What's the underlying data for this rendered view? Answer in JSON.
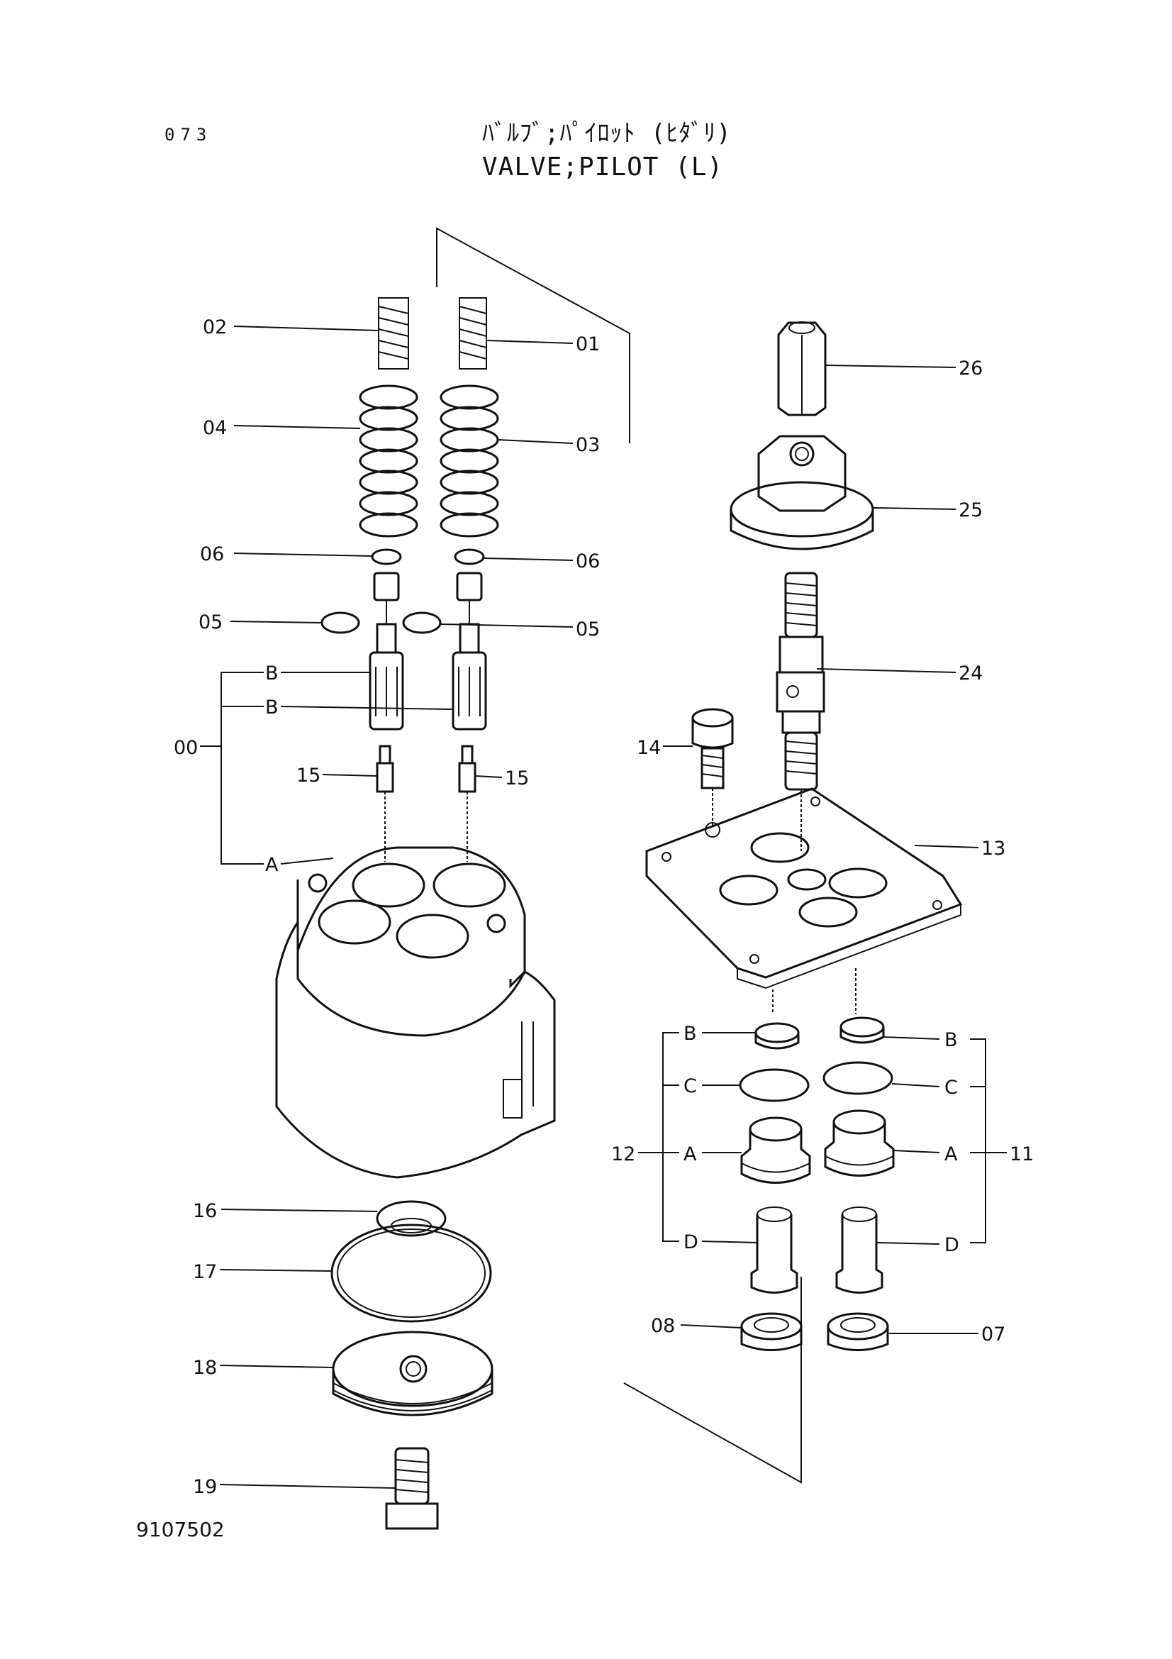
{
  "header": {
    "page_number": "073",
    "title_jp": "ﾊﾞﾙﾌﾞ;ﾊﾟｲﾛｯﾄ (ﾋﾀﾞﾘ)",
    "title_en": "VALVE;PILOT (L)"
  },
  "drawing_number": "9107502",
  "callouts": {
    "p00": "00",
    "p01": "01",
    "p02": "02",
    "p03": "03",
    "p04": "04",
    "p05a": "05",
    "p05b": "05",
    "p06a": "06",
    "p06b": "06",
    "p07": "07",
    "p08": "08",
    "p11": "11",
    "p12": "12",
    "p13": "13",
    "p14": "14",
    "p15a": "15",
    "p15b": "15",
    "p16": "16",
    "p17": "17",
    "p18": "18",
    "p19": "19",
    "p24": "24",
    "p25": "25",
    "p26": "26",
    "subA_left": "A",
    "subB_left1": "B",
    "subB_left2": "B",
    "subA_12": "A",
    "subB_12": "B",
    "subC_12": "C",
    "subD_12": "D",
    "subA_11": "A",
    "subB_11": "B",
    "subC_11": "C",
    "subD_11": "D"
  }
}
